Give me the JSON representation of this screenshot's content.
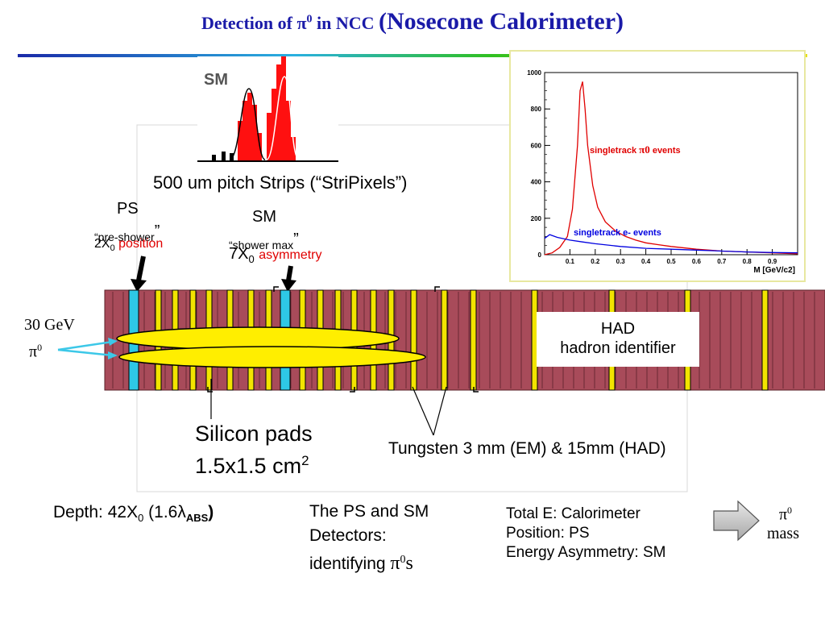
{
  "title": {
    "prefix": "Detection of π",
    "sup": "0",
    "mid": " in NCC ",
    "big": "(Nosecone Calorimeter)"
  },
  "labels": {
    "sm_inset": "SM",
    "strips": "500 um pitch Strips (“StriPixels”)",
    "ps_title": "PS",
    "ps_desc": "“pre-shower",
    "ps_depth": "2X",
    "ps_depth_sub": "0",
    "ps_role": "position",
    "sm_title": "SM",
    "sm_desc": "“shower max",
    "sm_depth": "7X",
    "sm_depth_sub": "0",
    "sm_role": "asymmetry",
    "beam_energy": "30 GeV",
    "beam_particle": "π",
    "beam_sup": "0",
    "had_title": "HAD",
    "had_desc": "hadron identifier",
    "silicon_line1": "Silicon pads",
    "silicon_line2": "1.5x1.5 cm",
    "silicon_sup": "2",
    "tungsten": "Tungsten 3 mm (EM) & 15mm (HAD)",
    "depth_prefix": "Depth:  42X",
    "depth_sub": "0",
    "depth_mid": "  (1.6λ",
    "depth_abs": "ABS",
    "depth_end": ")",
    "ps_sm_line1": "The PS and SM",
    "ps_sm_line2": "Detectors:",
    "ps_sm_line3": "identifying ",
    "ps_sm_pi": "π",
    "ps_sm_sup": "0",
    "ps_sm_s": "s",
    "total_e": "Total E: Calorimeter",
    "position": "Position: PS",
    "asym": "Energy Asymmetry: SM",
    "pi_mass_pi": "π",
    "pi_mass_sup": "0",
    "pi_mass": "mass"
  },
  "chart_data": {
    "type": "line",
    "xlabel": "M [GeV/c2]",
    "xlim": [
      0,
      1.0
    ],
    "ylim": [
      0,
      1000
    ],
    "x_ticks": [
      "0.1",
      "0.2",
      "0.3",
      "0.4",
      "0.5",
      "0.6",
      "0.7",
      "0.8",
      "0.9"
    ],
    "y_ticks": [
      "0",
      "200",
      "400",
      "600",
      "800",
      "1000"
    ],
    "series": [
      {
        "name": "singletrack π0 events",
        "color": "#e00000",
        "x": [
          0.0,
          0.03,
          0.06,
          0.09,
          0.11,
          0.13,
          0.14,
          0.15,
          0.16,
          0.17,
          0.19,
          0.21,
          0.24,
          0.28,
          0.32,
          0.36,
          0.4,
          0.45,
          0.5,
          0.6,
          0.7,
          0.8,
          0.9,
          1.0
        ],
        "y": [
          0,
          10,
          40,
          100,
          250,
          600,
          900,
          950,
          800,
          600,
          380,
          260,
          180,
          130,
          100,
          80,
          65,
          55,
          45,
          30,
          20,
          15,
          10,
          5
        ]
      },
      {
        "name": "singletrack e- events",
        "color": "#0000e0",
        "x": [
          0.0,
          0.02,
          0.05,
          0.1,
          0.15,
          0.2,
          0.3,
          0.4,
          0.5,
          0.6,
          0.7,
          0.8,
          0.9,
          1.0
        ],
        "y": [
          90,
          110,
          95,
          80,
          70,
          60,
          45,
          35,
          30,
          25,
          20,
          15,
          12,
          10
        ]
      }
    ]
  },
  "colors": {
    "title": "#1a1aa8",
    "calorimeter": "#a84b5a",
    "ps_layer": "#2ec8e6",
    "tungsten": "#f2e400",
    "shower": "#ffee00",
    "beam": "#3cc8e8",
    "annotation_red": "#e00000"
  }
}
